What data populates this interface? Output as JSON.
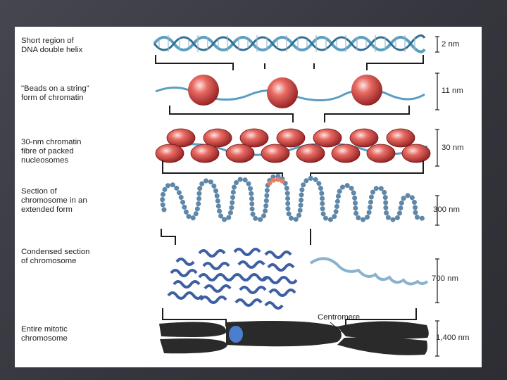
{
  "labels": [
    "Short region of\nDNA double helix",
    "\"Beads on a string\"\nform of chromatin",
    "30-nm chromatin\nfibre of packed\nnucleosomes",
    "Section of\nchromosome in an\nextended form",
    "Condensed section\nof chromosome",
    "Entire mitotic\nchromosome"
  ],
  "scales": [
    "2 nm",
    "11 nm",
    "30 nm",
    "300 nm",
    "700 nm",
    "1,400 nm"
  ],
  "centromere_label": "Centromere",
  "colors": {
    "background": "#3c3d45",
    "panel": "#ffffff",
    "dna_strand": "#5a9ec0",
    "nucleosome": "#d94a4a",
    "bead": "#6e9cc4",
    "chromosome": "#2a2a2a",
    "centromere": "#4a7fd0"
  }
}
